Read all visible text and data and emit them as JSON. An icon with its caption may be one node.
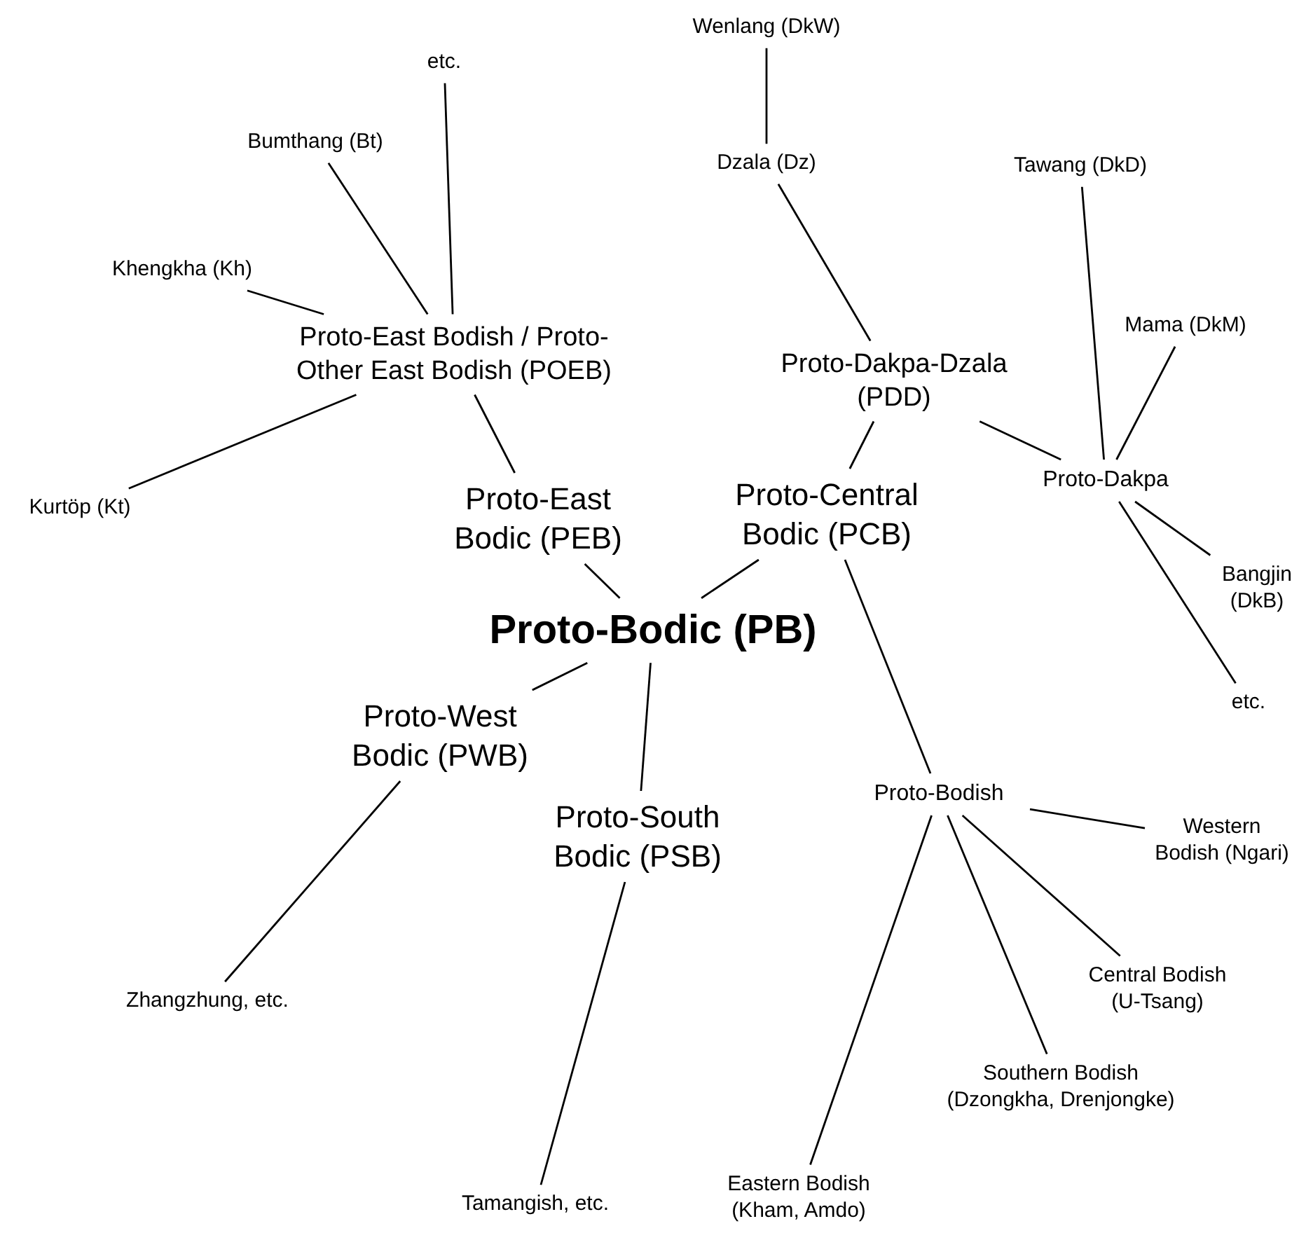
{
  "diagram": {
    "nodes": [
      {
        "text": [
          "Proto-Bodic (PB)"
        ]
      },
      {
        "text": [
          "Proto-East Bodic (PEB)"
        ]
      },
      {
        "text": [
          "Proto-East Bodish / Proto-Other East Bodish (POEB)"
        ]
      },
      {
        "text": [
          "Khengkha (Kh)"
        ]
      },
      {
        "text": [
          "Bumthang (Bt)"
        ]
      },
      {
        "text": [
          "etc."
        ]
      },
      {
        "text": [
          "Kurtöp (Kt)"
        ]
      },
      {
        "text": [
          "Proto-Central Bodic (PCB)"
        ]
      },
      {
        "text": [
          "Proto-Dakpa-Dzala (PDD)"
        ]
      },
      {
        "text": [
          "Dzala (Dz)"
        ]
      },
      {
        "text": [
          "Wenlang (DkW)"
        ]
      },
      {
        "text": [
          "Proto-Dakpa"
        ]
      },
      {
        "text": [
          "Tawang (DkD)"
        ]
      },
      {
        "text": [
          "Mama (DkM)"
        ]
      },
      {
        "text": [
          "Bangjin (DkB)"
        ]
      },
      {
        "text": [
          "etc."
        ]
      },
      {
        "text": [
          "Proto-West Bodic (PWB)"
        ]
      },
      {
        "text": [
          "Proto-South Bodic (PSB)"
        ]
      },
      {
        "text": [
          "Zhangzhung, etc."
        ]
      },
      {
        "text": [
          "Tamangish, etc."
        ]
      },
      {
        "text": [
          "Proto-Bodish"
        ]
      },
      {
        "text": [
          "Western Bodish (Ngari)"
        ]
      },
      {
        "text": [
          "Central Bodish (U-Tsang)"
        ]
      },
      {
        "text": [
          "Southern Bodish (Dzongkha, Drenjongke)"
        ]
      },
      {
        "text": [
          "Eastern Bodish (Kham, Amdo)"
        ]
      }
    ],
    "edges": [
      {
        "from": 0,
        "to": 1,
        "arrow": "none"
      },
      {
        "from": 1,
        "to": 2,
        "arrow": "none"
      },
      {
        "from": 2,
        "to": 3,
        "arrow": "none"
      },
      {
        "from": 2,
        "to": 4,
        "arrow": "none"
      },
      {
        "from": 2,
        "to": 5,
        "arrow": "none"
      },
      {
        "from": 2,
        "to": 6,
        "arrow": "none"
      },
      {
        "from": 0,
        "to": 7,
        "arrow": "none"
      },
      {
        "from": 7,
        "to": 8,
        "arrow": "none"
      },
      {
        "from": 8,
        "to": 9,
        "arrow": "none"
      },
      {
        "from": 9,
        "to": 10,
        "arrow": "none"
      },
      {
        "from": 8,
        "to": 11,
        "arrow": "none"
      },
      {
        "from": 11,
        "to": 12,
        "arrow": "none"
      },
      {
        "from": 11,
        "to": 13,
        "arrow": "none"
      },
      {
        "from": 11,
        "to": 14,
        "arrow": "none"
      },
      {
        "from": 11,
        "to": 15,
        "arrow": "none"
      },
      {
        "from": 0,
        "to": 16,
        "arrow": "none"
      },
      {
        "from": 0,
        "to": 17,
        "arrow": "none"
      },
      {
        "from": 16,
        "to": 18,
        "arrow": "none"
      },
      {
        "from": 17,
        "to": 19,
        "arrow": "none"
      },
      {
        "from": 7,
        "to": 20,
        "arrow": "none"
      },
      {
        "from": 20,
        "to": 21,
        "arrow": "none"
      },
      {
        "from": 20,
        "to": 22,
        "arrow": "none"
      },
      {
        "from": 20,
        "to": 23,
        "arrow": "none"
      },
      {
        "from": 20,
        "to": 24,
        "arrow": "none"
      }
    ]
  }
}
